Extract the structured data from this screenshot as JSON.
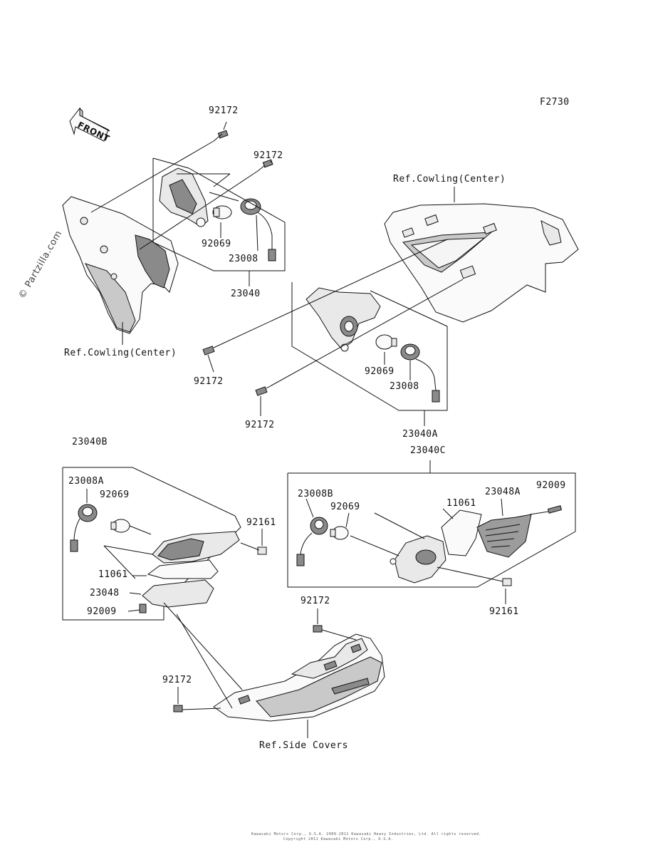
{
  "figure_code": "F2730",
  "watermark": "© Partzilla.com",
  "front_arrow_label": "FRONT",
  "footer_lines": [
    "Kawasaki Motors Corp., U.S.A. 2009-2011 Kawasaki Heavy Industries, Ltd. All rights reserved.",
    "Copyright 2011 Kawasaki Motors Corp., U.S.A."
  ],
  "callouts": {
    "c1": "92172",
    "c2": "92172",
    "c3": "Ref.Cowling(Center)",
    "c4": "92069",
    "c5": "23008",
    "c6": "23040",
    "c7": "Ref.Cowling(Center)",
    "c8": "92172",
    "c9": "92069",
    "c10": "23008",
    "c11": "92172",
    "c12": "23040A",
    "c13": "23040B",
    "c14": "23040C",
    "c15": "23008A",
    "c16": "92069",
    "c17": "92161",
    "c18": "11061",
    "c19": "23048",
    "c20": "92009",
    "c21": "23008B",
    "c22": "92069",
    "c23": "11061",
    "c24": "23048A",
    "c25": "92009",
    "c26": "92161",
    "c27": "92172",
    "c28": "92172",
    "c29": "Ref.Side Covers"
  }
}
